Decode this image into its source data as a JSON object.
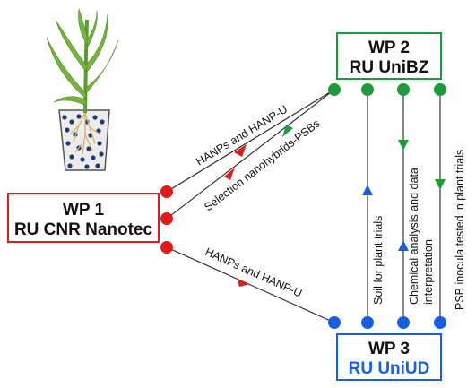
{
  "colors": {
    "wp1": "#e01b1b",
    "wp2": "#1f9a3a",
    "wp3": "#1a5ee0",
    "text_dark": "#111111",
    "connector": "#222222",
    "pot": "#e8e8e8",
    "seed": "#1c3e7a",
    "plant": "#6fae3b",
    "root": "#d9b36a"
  },
  "nodes": {
    "wp1": {
      "line1": "WP 1",
      "line2": "RU CNR Nanotec"
    },
    "wp2": {
      "line1": "WP 2",
      "line2": "RU UniBZ"
    },
    "wp3": {
      "line1": "WP 3",
      "line2": "RU UniUD"
    }
  },
  "links": {
    "wp1_wp2_top": "HANPs and HANP-U",
    "wp1_wp2_selection": "Selection nanohybrids-PSBs",
    "wp1_wp3": "HANPs and HANP-U",
    "wp3_wp2_soil": "Soil for plant trials",
    "wp3_wp2_chem": "Chemical analysis and data",
    "wp3_wp2_chem_line2": "interpretation",
    "wp2_wp3_psb": "PSB inocula tested in plant trials"
  },
  "illustration": {
    "icon": "maize-plant-in-pot-icon"
  }
}
